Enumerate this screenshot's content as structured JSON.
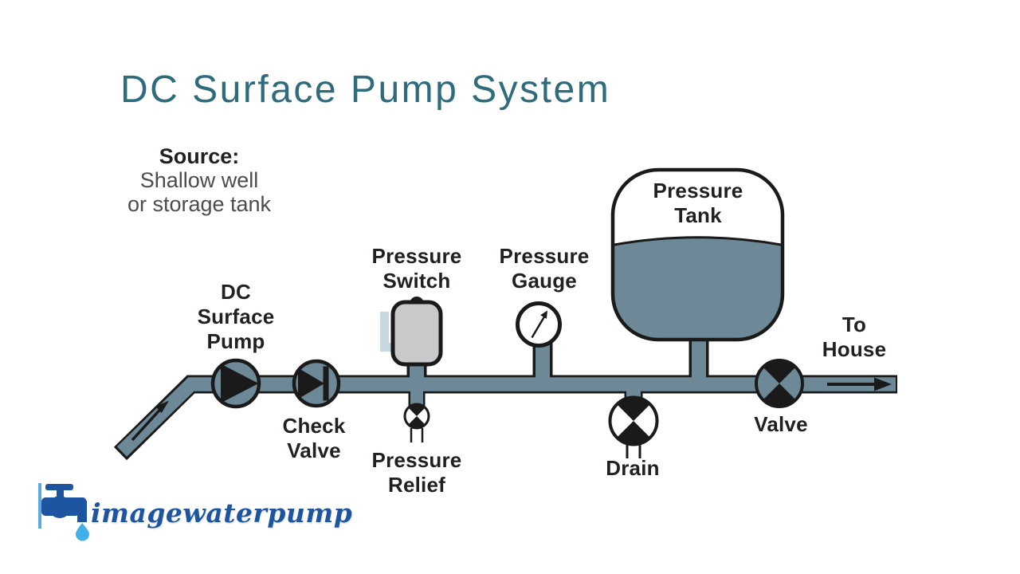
{
  "title": "DC Surface Pump System",
  "source_note": {
    "heading": "Source:",
    "line1": "Shallow well",
    "line2": "or storage tank"
  },
  "components": {
    "pump": {
      "label_lines": [
        "DC",
        "Surface",
        "Pump"
      ]
    },
    "check_valve": {
      "label_lines": [
        "Check",
        "Valve"
      ]
    },
    "pressure_switch": {
      "label_lines": [
        "Pressure",
        "Switch"
      ]
    },
    "pressure_gauge": {
      "label_lines": [
        "Pressure",
        "Gauge"
      ]
    },
    "pressure_relief": {
      "label_lines": [
        "Pressure",
        "Relief"
      ]
    },
    "pressure_tank": {
      "label_lines": [
        "Pressure",
        "Tank"
      ]
    },
    "drain": {
      "label": "Drain"
    },
    "valve": {
      "label": "Valve"
    },
    "to_house": {
      "label_lines": [
        "To",
        "House"
      ]
    }
  },
  "logo": {
    "text": "imagewaterpump"
  },
  "colors": {
    "title_teal": "#2e6b7c",
    "pipe_slate": "#6d8997",
    "outline_black": "#1a1a1a",
    "label_black": "#231f20",
    "source_gray": "#4c4c4e",
    "switch_body_gray": "#c9c9cb",
    "ghost_bracket": "#c7d8e1",
    "logo_dark_blue": "#1d55a0",
    "logo_light_blue": "#5aabdf",
    "logo_drop_blue": "#3fb0e8"
  }
}
